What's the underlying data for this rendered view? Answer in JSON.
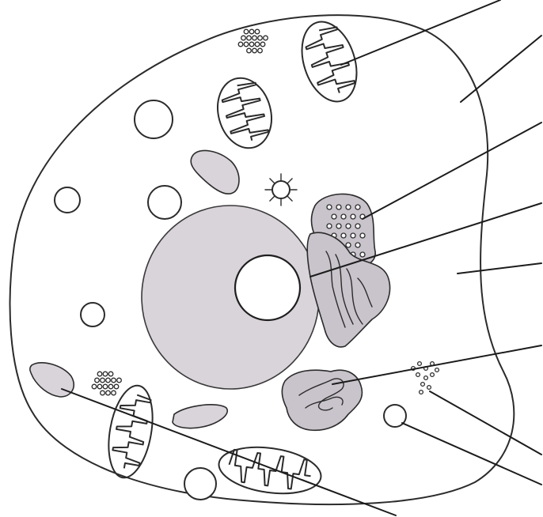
{
  "diagram": {
    "structures": [
      "cell-membrane",
      "cytoplasm",
      "nucleus",
      "nucleolus",
      "mitochondrion",
      "vacuole",
      "centrosome",
      "golgi-apparatus",
      "lysosome",
      "ribosome-cluster",
      "endoplasmic-reticulum"
    ],
    "labels": [],
    "colors": {
      "cytoplasm": "#e6e1e6",
      "nucleus": "#d9d3da",
      "golgi": "#c9c3cb",
      "ink": "#2b2b2b",
      "background": "#ffffff",
      "vacuole": "#ffffff"
    }
  }
}
